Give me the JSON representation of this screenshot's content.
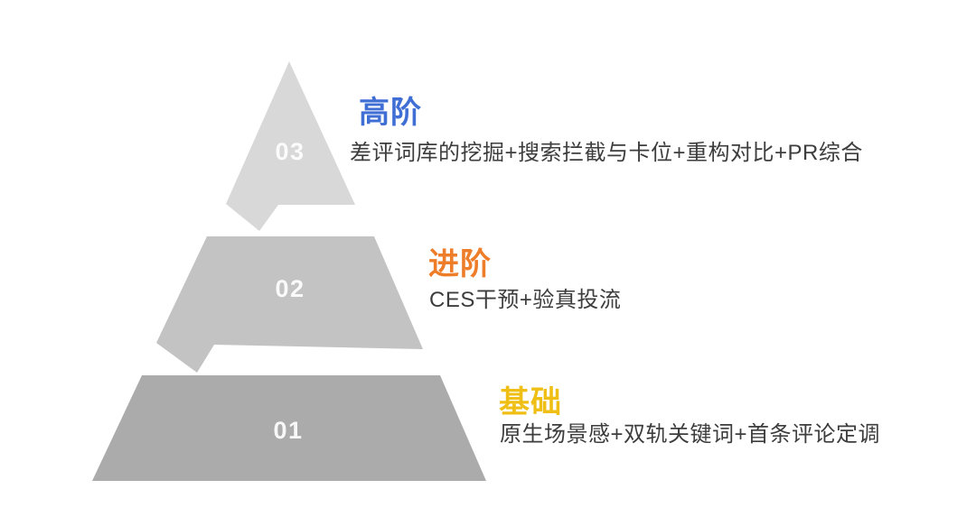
{
  "canvas": {
    "background_color": "#FFFFFF"
  },
  "pyramid": {
    "number_color": "#FFFFFF",
    "description_color": "#3D3D3D",
    "levels": [
      {
        "number": "01",
        "shape_color": "#ABABAB",
        "title": "基础",
        "title_color": "#EFBF16",
        "description": "原生场景感+双轨关键词+首条评论定调"
      },
      {
        "number": "02",
        "shape_color": "#C3C3C3",
        "title": "进阶",
        "title_color": "#EE7D2A",
        "description": "CES干预+验真投流"
      },
      {
        "number": "03",
        "shape_color": "#D8D8D8",
        "title": "高阶",
        "title_color": "#3F6ED4",
        "description": "差评词库的挖掘+搜索拦截与卡位+重构对比+PR综合"
      }
    ]
  }
}
